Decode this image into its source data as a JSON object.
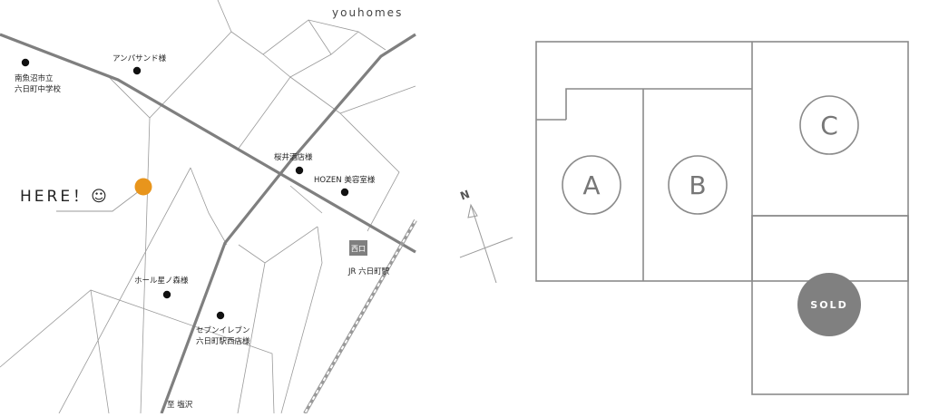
{
  "brand": "youhomes",
  "here_label": "HERE！☺",
  "colors": {
    "here_marker": "#E8951C",
    "road_main": "#7f7f7f",
    "road_minor": "#9a9a9a",
    "lot_outline": "#8a8a8a",
    "sold_fill": "#808080"
  },
  "landmarks": [
    {
      "id": "school",
      "lines": [
        "南魚沼市立",
        "六日町中学校"
      ]
    },
    {
      "id": "anpasand",
      "lines": [
        "アンパサンド様"
      ]
    },
    {
      "id": "sakurai",
      "lines": [
        "桜井酒店様"
      ]
    },
    {
      "id": "hozen",
      "lines": [
        "HOZEN 美容室様"
      ]
    },
    {
      "id": "hoshinomori",
      "lines": [
        "ホール星ノ森様"
      ]
    },
    {
      "id": "seven",
      "lines": [
        "セブンイレブン",
        "六日町駅西店様"
      ]
    }
  ],
  "station": {
    "badge": "西口",
    "name": "JR 六日町駅"
  },
  "direction_label": "至 塩沢",
  "compass": {
    "label": "N"
  },
  "lots": [
    {
      "id": "A",
      "label": "A",
      "status": "available"
    },
    {
      "id": "B",
      "label": "B",
      "status": "available"
    },
    {
      "id": "C",
      "label": "C",
      "status": "available"
    },
    {
      "id": "D",
      "label": "SOLD",
      "status": "sold"
    }
  ]
}
